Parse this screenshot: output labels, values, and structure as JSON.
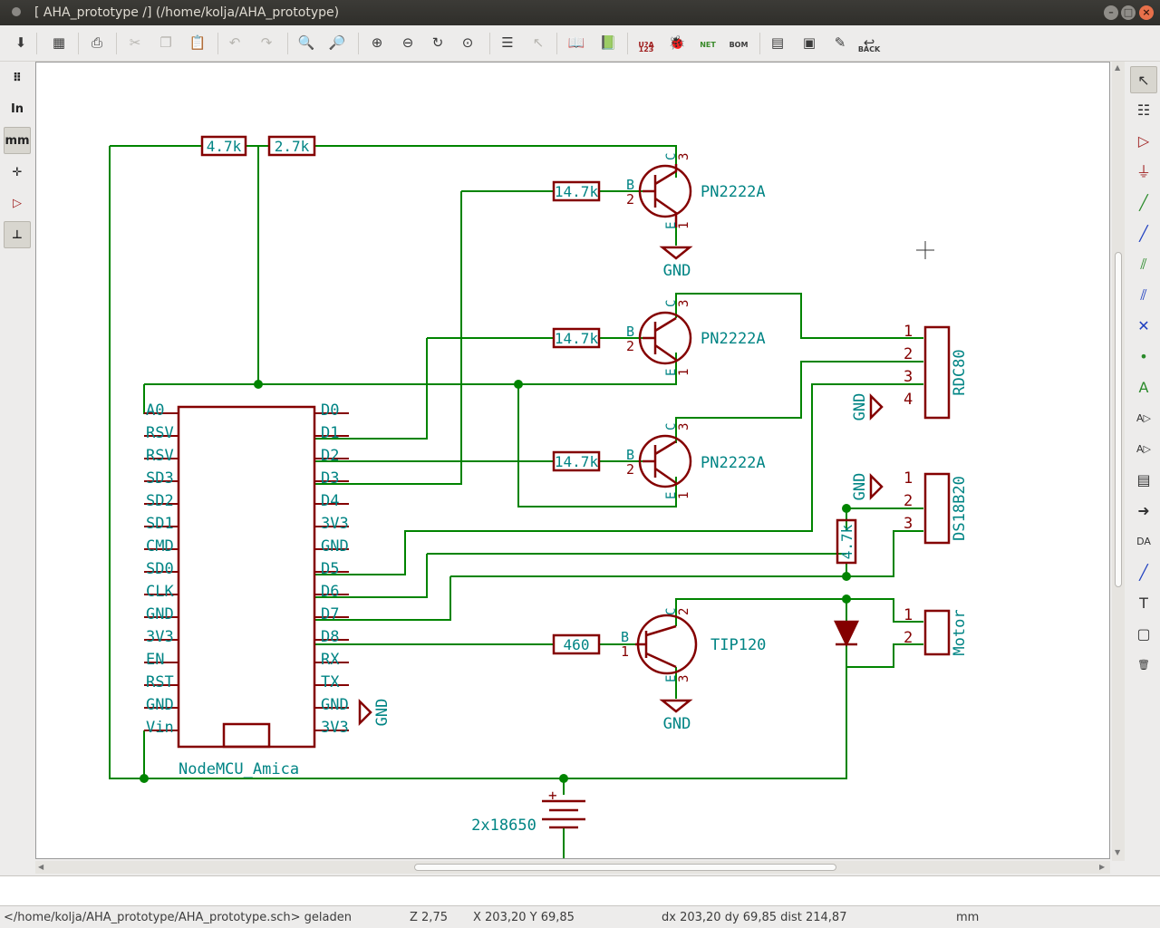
{
  "window": {
    "title": "[ AHA_prototype /] (/home/kolja/AHA_prototype)"
  },
  "toolbar": {
    "buttons": [
      {
        "name": "save-icon",
        "glyph": "⬇"
      },
      {
        "name": "page-settings-icon",
        "glyph": "▦"
      },
      {
        "name": "print-icon",
        "glyph": "⎙"
      },
      {
        "name": "cut-icon",
        "glyph": "✂"
      },
      {
        "name": "copy-icon",
        "glyph": "❐"
      },
      {
        "name": "paste-icon",
        "glyph": "📋"
      },
      {
        "name": "undo-icon",
        "glyph": "↶"
      },
      {
        "name": "redo-icon",
        "glyph": "↷"
      },
      {
        "name": "find-icon",
        "glyph": "🔍"
      },
      {
        "name": "find-replace-icon",
        "glyph": "🔎"
      },
      {
        "name": "zoom-in-icon",
        "glyph": "⊕"
      },
      {
        "name": "zoom-out-icon",
        "glyph": "⊖"
      },
      {
        "name": "redraw-icon",
        "glyph": "↻"
      },
      {
        "name": "zoom-fit-icon",
        "glyph": "⊙"
      },
      {
        "name": "hierarchy-icon",
        "glyph": "☰"
      },
      {
        "name": "leave-sheet-icon",
        "glyph": "↖"
      },
      {
        "name": "library-editor-icon",
        "glyph": "📖"
      },
      {
        "name": "library-browser-icon",
        "glyph": "📗"
      },
      {
        "name": "annotate-icon",
        "glyph": "U?A",
        "label": "123"
      },
      {
        "name": "erc-icon",
        "glyph": "🐞"
      },
      {
        "name": "netlist-icon",
        "glyph": "NET"
      },
      {
        "name": "bom-icon",
        "glyph": "BOM"
      },
      {
        "name": "cvpcb-icon",
        "glyph": "▤"
      },
      {
        "name": "pcbnew-icon",
        "glyph": "▣"
      },
      {
        "name": "edit-fields-icon",
        "glyph": "✎"
      },
      {
        "name": "back-annotate-icon",
        "glyph": "↩",
        "label": "BACK"
      }
    ]
  },
  "left_tools": [
    {
      "name": "grid-toggle-icon",
      "label": "⠿"
    },
    {
      "name": "units-inch-button",
      "label": "In"
    },
    {
      "name": "units-mm-button",
      "label": "mm"
    },
    {
      "name": "cursor-shape-icon",
      "label": "✛"
    },
    {
      "name": "hidden-pins-icon",
      "label": "▷"
    },
    {
      "name": "orthogonal-wire-icon",
      "label": "⊥"
    }
  ],
  "right_tools": [
    {
      "name": "select-tool-icon",
      "glyph": "↖"
    },
    {
      "name": "hierarchy-nav-icon",
      "glyph": "☷"
    },
    {
      "name": "place-component-icon",
      "glyph": "▷"
    },
    {
      "name": "place-power-icon",
      "glyph": "⏚"
    },
    {
      "name": "place-wire-icon",
      "glyph": "╱"
    },
    {
      "name": "place-bus-icon",
      "glyph": "╱"
    },
    {
      "name": "wire-bus-entry-icon",
      "glyph": "⫽"
    },
    {
      "name": "bus-bus-entry-icon",
      "glyph": "⫽"
    },
    {
      "name": "no-connect-icon",
      "glyph": "✕"
    },
    {
      "name": "place-junction-icon",
      "glyph": "•"
    },
    {
      "name": "net-label-icon",
      "glyph": "A"
    },
    {
      "name": "global-label-icon",
      "glyph": "A▷"
    },
    {
      "name": "hier-label-icon",
      "glyph": "A▷"
    },
    {
      "name": "hier-sheet-icon",
      "glyph": "▤"
    },
    {
      "name": "import-sheet-pin-icon",
      "glyph": "➜"
    },
    {
      "name": "sheet-pin-icon",
      "glyph": "DA"
    },
    {
      "name": "graphic-line-icon",
      "glyph": "╱"
    },
    {
      "name": "text-icon",
      "glyph": "T"
    },
    {
      "name": "image-icon",
      "glyph": "▢"
    },
    {
      "name": "delete-icon",
      "glyph": "🗑"
    }
  ],
  "schematic": {
    "resistors": [
      "4.7k",
      "2.7k",
      "14.7k",
      "14.7k",
      "14.7k",
      "460",
      "4.7k"
    ],
    "transistors": [
      "PN2222A",
      "PN2222A",
      "PN2222A",
      "TIP120"
    ],
    "mcu": {
      "name": "NodeMCU_Amica",
      "left_pins": [
        "A0",
        "RSV",
        "RSV",
        "SD3",
        "SD2",
        "SD1",
        "CMD",
        "SD0",
        "CLK",
        "GND",
        "3V3",
        "EN",
        "RST",
        "GND",
        "Vin"
      ],
      "right_pins": [
        "D0",
        "D1",
        "D2",
        "D3",
        "D4",
        "3V3",
        "GND",
        "D5",
        "D6",
        "D7",
        "D8",
        "RX",
        "TX",
        "GND",
        "3V3"
      ]
    },
    "connectors": [
      {
        "name": "RDC80",
        "pins": [
          "1",
          "2",
          "3",
          "4"
        ]
      },
      {
        "name": "DS18B20",
        "pins": [
          "1",
          "2",
          "3"
        ]
      },
      {
        "name": "Motor",
        "pins": [
          "1",
          "2"
        ]
      }
    ],
    "battery": "2x18650",
    "gnd_label": "GND",
    "pin_letters": {
      "b": "B",
      "c": "C",
      "e": "E"
    },
    "pin_numbers": {
      "one": "1",
      "two": "2",
      "three": "3"
    }
  },
  "status": {
    "file": "</home/kolja/AHA_prototype/AHA_prototype.sch> geladen",
    "zoom": "Z 2,75",
    "coords": "X 203,20  Y 69,85",
    "delta": "dx 203,20  dy 69,85  dist 214,87",
    "units": "mm"
  },
  "colors": {
    "wire": "#008400",
    "component": "#840000",
    "text": "#008484"
  }
}
